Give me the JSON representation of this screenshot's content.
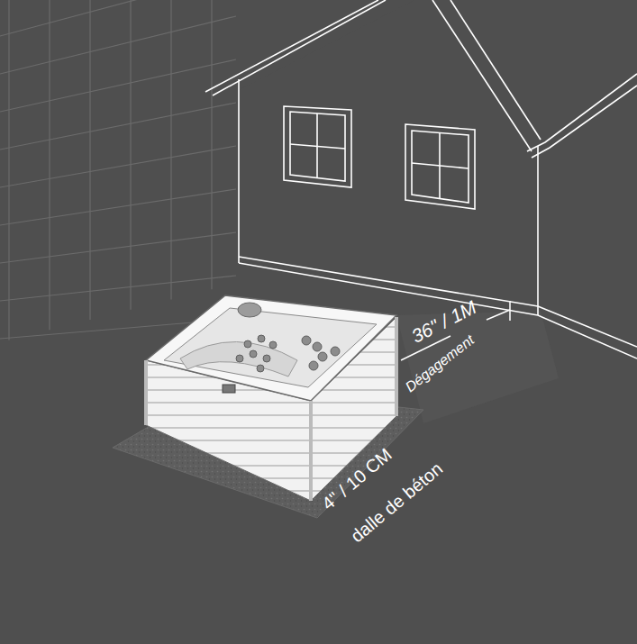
{
  "diagram": {
    "labels": [
      "36\" / 1M",
      "Dégagement",
      "4\" / 10 CM",
      "dalle de béton"
    ]
  }
}
